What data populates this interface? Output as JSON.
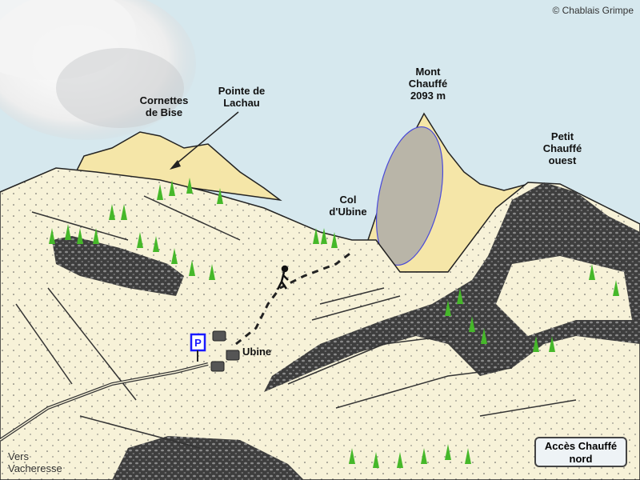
{
  "map": {
    "copyright": "© Chablais Grimpe",
    "colors": {
      "sky": "#d6e8ee",
      "cloud": "#f2f3f4",
      "meadow": "#f7f2d8",
      "summit_yellow": "#f5e6a8",
      "rock_dark": "#4a4a4a",
      "climbing_zone": "#b9b5a8",
      "climbing_zone_outline": "#4a4ad8",
      "tree_green": "#46b82a",
      "parking_blue": "#1a1aff"
    },
    "labels": {
      "cornettes_de_bise": [
        "Cornettes",
        "de Bise"
      ],
      "pointe_de_lachau": [
        "Pointe de",
        "Lachau"
      ],
      "mont_chauffe": [
        "Mont",
        "Chauffé",
        "2093 m"
      ],
      "petit_chauffe_ouest": [
        "Petit",
        "Chauffé",
        "ouest"
      ],
      "col_dubine": [
        "Col",
        "d'Ubine"
      ],
      "ubine": "Ubine",
      "vers_vacheresse": [
        "Vers",
        "Vacheresse"
      ]
    },
    "legend": {
      "title": [
        "Accès Chauffé",
        "nord"
      ]
    },
    "icons": {
      "parking": "P",
      "hiker": "hiker-icon",
      "chalets": "chalet-icon"
    }
  }
}
